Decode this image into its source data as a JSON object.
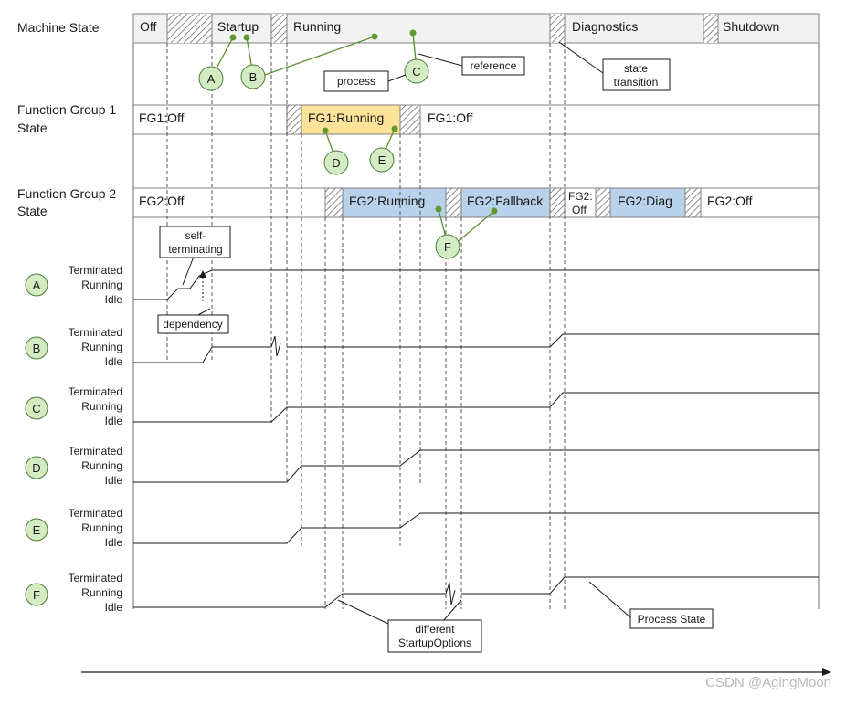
{
  "rows": {
    "machine_state": "Machine State",
    "fg1": [
      "Function Group 1",
      "State"
    ],
    "fg2": [
      "Function Group 2",
      "State"
    ]
  },
  "machine_states": {
    "off": "Off",
    "startup": "Startup",
    "running": "Running",
    "diagnostics": "Diagnostics",
    "shutdown": "Shutdown"
  },
  "fg1_states": {
    "off_a": "FG1:Off",
    "running": "FG1:Running",
    "off_b": "FG1:Off"
  },
  "fg2_states": {
    "off_a": "FG2:Off",
    "running": "FG2:Running",
    "fallback": "FG2:Fallback",
    "off_b_line1": "FG2:",
    "off_b_line2": "Off",
    "diag": "FG2:Diag",
    "off_c": "FG2:Off"
  },
  "callouts": {
    "a": "A",
    "b": "B",
    "c": "C",
    "d": "D",
    "e": "E",
    "f": "F"
  },
  "annotations": {
    "process": "process",
    "reference": "reference",
    "state_transition_1": "state",
    "state_transition_2": "transition",
    "self_terminating_1": "self-",
    "self_terminating_2": "terminating",
    "dependency": "dependency",
    "different_1": "different",
    "different_2": "StartupOptions",
    "process_state": "Process State"
  },
  "process_levels": {
    "terminated": "Terminated",
    "running": "Running",
    "idle": "Idle"
  },
  "watermark": "CSDN @AgingMoon",
  "colors": {
    "fg1_running": "#fde39a",
    "fg2_active": "#b7d2ea",
    "callout_fill": "#d4ecc4",
    "callout_stroke": "#4e7a3a",
    "connector": "#5d8f2e",
    "dot": "#5f9a2f",
    "header_fill": "#f2f2f2"
  }
}
